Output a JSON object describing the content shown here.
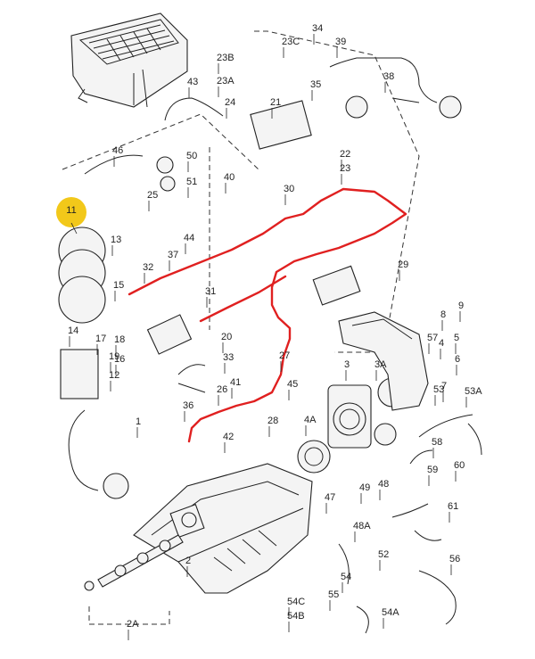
{
  "colors": {
    "background": "#ffffff",
    "ink": "#222222",
    "highlight_line": "#e02020",
    "badge": "#f2c81a"
  },
  "highlight": {
    "number": "11"
  },
  "labels": [
    "1",
    "2",
    "2A",
    "3",
    "3A",
    "4",
    "4A",
    "5",
    "6",
    "7",
    "8",
    "9",
    "12",
    "13",
    "14",
    "15",
    "16",
    "17",
    "18",
    "19",
    "20",
    "21",
    "22",
    "23",
    "23A",
    "23B",
    "23C",
    "24",
    "25",
    "26",
    "27",
    "28",
    "29",
    "30",
    "31",
    "32",
    "33",
    "34",
    "35",
    "36",
    "37",
    "38",
    "39",
    "40",
    "41",
    "42",
    "43",
    "44",
    "45",
    "46",
    "47",
    "48",
    "48A",
    "49",
    "50",
    "51",
    "52",
    "53",
    "53A",
    "54",
    "54A",
    "54B",
    "54C",
    "55",
    "56",
    "57",
    "58",
    "59",
    "60",
    "61"
  ]
}
